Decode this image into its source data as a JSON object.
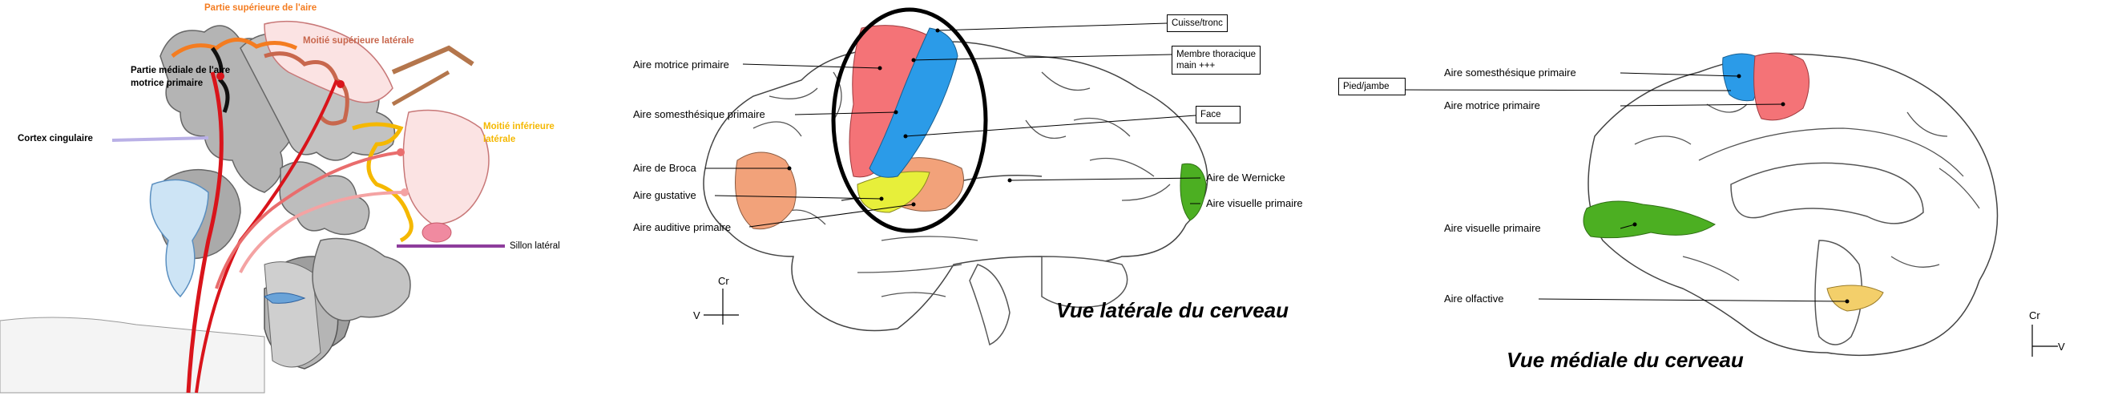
{
  "coronal": {
    "labels": {
      "superior_part": "Partie supérieure de l'aire",
      "medial_part": "Partie médiale de l'aire motrice primaire",
      "superolateral": "Moitié supérieure latérale",
      "inferolateral": "Moitié inférieure latérale",
      "cingulate": "Cortex cingulaire",
      "lateral_sulcus": "Sillon latéral"
    },
    "colors": {
      "superior": "#f47c20",
      "superolateral": "#c8674d",
      "inferolateral": "#f5b800",
      "cingulate": "#b9b0e6",
      "sulcus": "#8e3d9c",
      "tract": "#d9141b"
    }
  },
  "lateral": {
    "labels": {
      "motor": "Aire motrice primaire",
      "somesthetic": "Aire somesthésique primaire",
      "broca": "Aire de Broca",
      "gustatory": "Aire gustative",
      "auditory": "Aire auditive primaire",
      "wernicke": "Aire de Wernicke",
      "visual": "Aire visuelle primaire"
    },
    "boxes": {
      "thigh": "Cuisse/tronc",
      "upper_limb_1": "Membre thoracique",
      "upper_limb_2": "main +++",
      "face": "Face"
    },
    "title": "Vue latérale du cerveau",
    "orientation": {
      "up": "Cr",
      "left": "V"
    },
    "colors": {
      "motor": "#f47377",
      "somesthetic": "#2b9be8",
      "broca": "#f2a27a",
      "gustatory": "#e7ef3a",
      "visual": "#4caf22"
    }
  },
  "medial": {
    "labels": {
      "somesthetic": "Aire somesthésique primaire",
      "motor": "Aire motrice primaire",
      "visual": "Aire visuelle primaire",
      "olfactory": "Aire olfactive"
    },
    "boxes": {
      "foot": "Pied/jambe"
    },
    "title": "Vue médiale du cerveau",
    "orientation": {
      "up": "Cr",
      "right": "V"
    },
    "colors": {
      "motor": "#f47377",
      "somesthetic": "#2b9be8",
      "visual": "#4caf22",
      "olfactory": "#f3cf6a"
    }
  }
}
